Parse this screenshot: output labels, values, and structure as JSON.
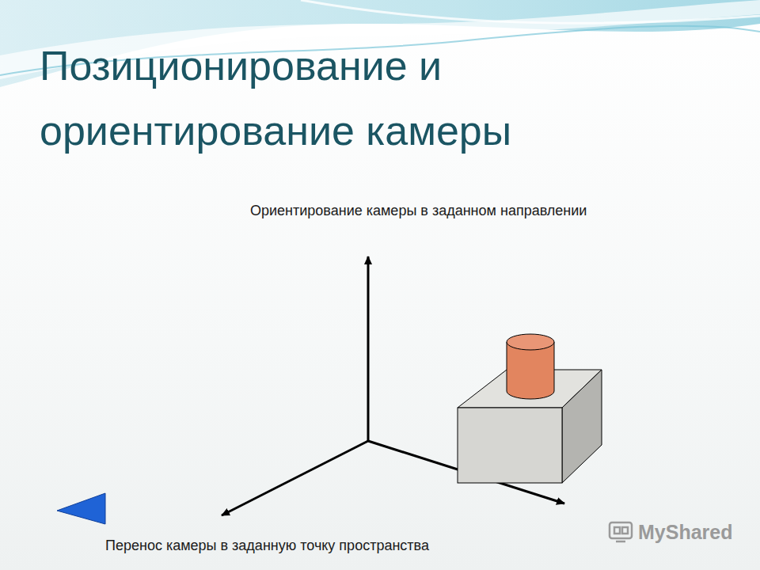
{
  "diagram": {
    "title": "Позиционирование и ориентирование камеры",
    "labels": [
      "Ориентирование камеры в заданном направлении",
      "Перенос камеры в заданную точку пространства",
      "MyShared"
    ]
  }
}
